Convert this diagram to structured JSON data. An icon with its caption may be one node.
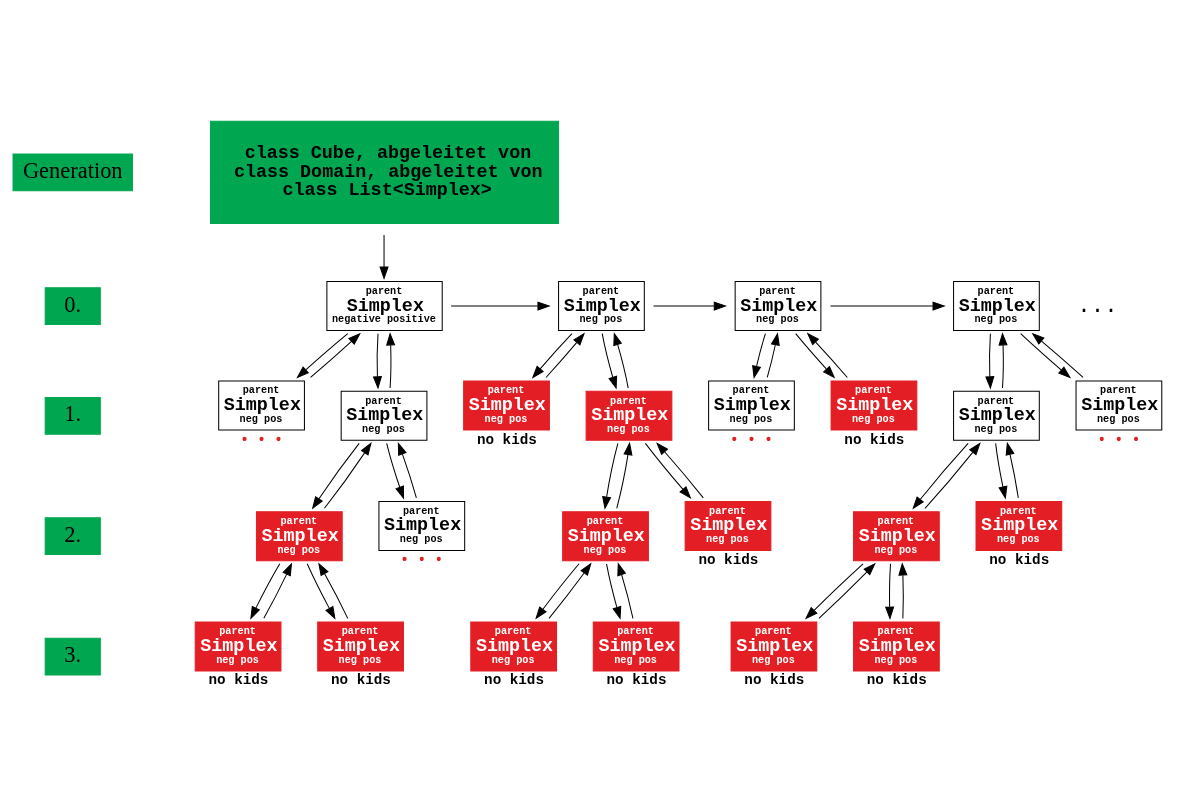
{
  "diagram": {
    "nodes": [
      {
        "text": [
          "class Cube, abgeleitet von class Domain, abgeleitet von class List<Simplex>"
        ]
      },
      {
        "text": [
          "parent",
          "Simplex",
          "negative positive"
        ]
      },
      {
        "text": [
          "parent",
          "Simplex",
          "neg pos"
        ]
      },
      {
        "text": [
          "parent",
          "Simplex",
          "neg pos"
        ]
      },
      {
        "text": [
          "parent",
          "Simplex",
          "neg pos"
        ]
      },
      {
        "text": [
          "parent",
          "Simplex",
          "neg pos"
        ],
        "beside": [
          "• • •"
        ]
      },
      {
        "text": [
          "parent",
          "Simplex",
          "neg pos"
        ]
      },
      {
        "text": [
          "parent",
          "Simplex",
          "neg pos"
        ],
        "beside": [
          "no kids"
        ]
      },
      {
        "text": [
          "parent",
          "Simplex",
          "neg pos"
        ]
      },
      {
        "text": [
          "parent",
          "Simplex",
          "neg pos"
        ],
        "beside": [
          "• • •"
        ]
      },
      {
        "text": [
          "parent",
          "Simplex",
          "neg pos"
        ],
        "beside": [
          "no kids"
        ]
      },
      {
        "text": [
          "parent",
          "Simplex",
          "neg pos"
        ]
      },
      {
        "text": [
          "parent",
          "Simplex",
          "neg pos"
        ],
        "beside": [
          "• • •"
        ]
      },
      {
        "text": [
          "parent",
          "Simplex",
          "neg pos"
        ]
      },
      {
        "text": [
          "parent",
          "Simplex",
          "neg pos"
        ],
        "beside": [
          "• • •"
        ]
      },
      {
        "text": [
          "parent",
          "Simplex",
          "neg pos"
        ]
      },
      {
        "text": [
          "parent",
          "Simplex",
          "neg pos"
        ],
        "beside": [
          "no kids"
        ]
      },
      {
        "text": [
          "parent",
          "Simplex",
          "neg pos"
        ]
      },
      {
        "text": [
          "parent",
          "Simplex",
          "neg pos"
        ],
        "beside": [
          "no kids"
        ]
      },
      {
        "text": [
          "parent",
          "Simplex",
          "neg pos"
        ],
        "beside": [
          "no kids"
        ]
      },
      {
        "text": [
          "parent",
          "Simplex",
          "neg pos"
        ],
        "beside": [
          "no kids"
        ]
      },
      {
        "text": [
          "parent",
          "Simplex",
          "neg pos"
        ],
        "beside": [
          "no kids"
        ]
      },
      {
        "text": [
          "parent",
          "Simplex",
          "neg pos"
        ],
        "beside": [
          "no kids"
        ]
      },
      {
        "text": [
          "parent",
          "Simplex",
          "neg pos"
        ],
        "beside": [
          "no kids"
        ]
      },
      {
        "text": [
          "parent",
          "Simplex",
          "neg pos"
        ],
        "beside": [
          "no kids"
        ]
      }
    ],
    "edges": [
      {
        "from": 0,
        "to": 1,
        "arrow": "to"
      },
      {
        "from": 1,
        "to": 2,
        "arrow": "to"
      },
      {
        "from": 2,
        "to": 3,
        "arrow": "to"
      },
      {
        "from": 3,
        "to": 4,
        "arrow": "to"
      },
      {
        "from": 1,
        "to": 5,
        "arrow": "to"
      },
      {
        "from": 5,
        "to": 1,
        "arrow": "to"
      },
      {
        "from": 1,
        "to": 6,
        "arrow": "to"
      },
      {
        "from": 6,
        "to": 1,
        "arrow": "to"
      },
      {
        "from": 2,
        "to": 7,
        "arrow": "to"
      },
      {
        "from": 7,
        "to": 2,
        "arrow": "to"
      },
      {
        "from": 2,
        "to": 8,
        "arrow": "to"
      },
      {
        "from": 8,
        "to": 2,
        "arrow": "to"
      },
      {
        "from": 3,
        "to": 9,
        "arrow": "to"
      },
      {
        "from": 9,
        "to": 3,
        "arrow": "to"
      },
      {
        "from": 3,
        "to": 10,
        "arrow": "to"
      },
      {
        "from": 10,
        "to": 3,
        "arrow": "to"
      },
      {
        "from": 4,
        "to": 11,
        "arrow": "to"
      },
      {
        "from": 11,
        "to": 4,
        "arrow": "to"
      },
      {
        "from": 4,
        "to": 12,
        "arrow": "to"
      },
      {
        "from": 12,
        "to": 4,
        "arrow": "to"
      },
      {
        "from": 6,
        "to": 13,
        "arrow": "to"
      },
      {
        "from": 13,
        "to": 6,
        "arrow": "to"
      },
      {
        "from": 6,
        "to": 14,
        "arrow": "to"
      },
      {
        "from": 14,
        "to": 6,
        "arrow": "to"
      },
      {
        "from": 8,
        "to": 15,
        "arrow": "to"
      },
      {
        "from": 15,
        "to": 8,
        "arrow": "to"
      },
      {
        "from": 8,
        "to": 16,
        "arrow": "to"
      },
      {
        "from": 16,
        "to": 8,
        "arrow": "to"
      },
      {
        "from": 11,
        "to": 17,
        "arrow": "to"
      },
      {
        "from": 17,
        "to": 11,
        "arrow": "to"
      },
      {
        "from": 11,
        "to": 18,
        "arrow": "to"
      },
      {
        "from": 18,
        "to": 11,
        "arrow": "to"
      },
      {
        "from": 13,
        "to": 19,
        "arrow": "to"
      },
      {
        "from": 19,
        "to": 13,
        "arrow": "to"
      },
      {
        "from": 13,
        "to": 20,
        "arrow": "to"
      },
      {
        "from": 20,
        "to": 13,
        "arrow": "to"
      },
      {
        "from": 15,
        "to": 21,
        "arrow": "to"
      },
      {
        "from": 21,
        "to": 15,
        "arrow": "to"
      },
      {
        "from": 15,
        "to": 22,
        "arrow": "to"
      },
      {
        "from": 22,
        "to": 15,
        "arrow": "to"
      },
      {
        "from": 17,
        "to": 23,
        "arrow": "to"
      },
      {
        "from": 23,
        "to": 17,
        "arrow": "to"
      },
      {
        "from": 17,
        "to": 24,
        "arrow": "to"
      },
      {
        "from": 24,
        "to": 17,
        "arrow": "to"
      }
    ],
    "labels": [
      "Generation",
      "0.",
      "...",
      "1.",
      "2.",
      "3."
    ]
  }
}
